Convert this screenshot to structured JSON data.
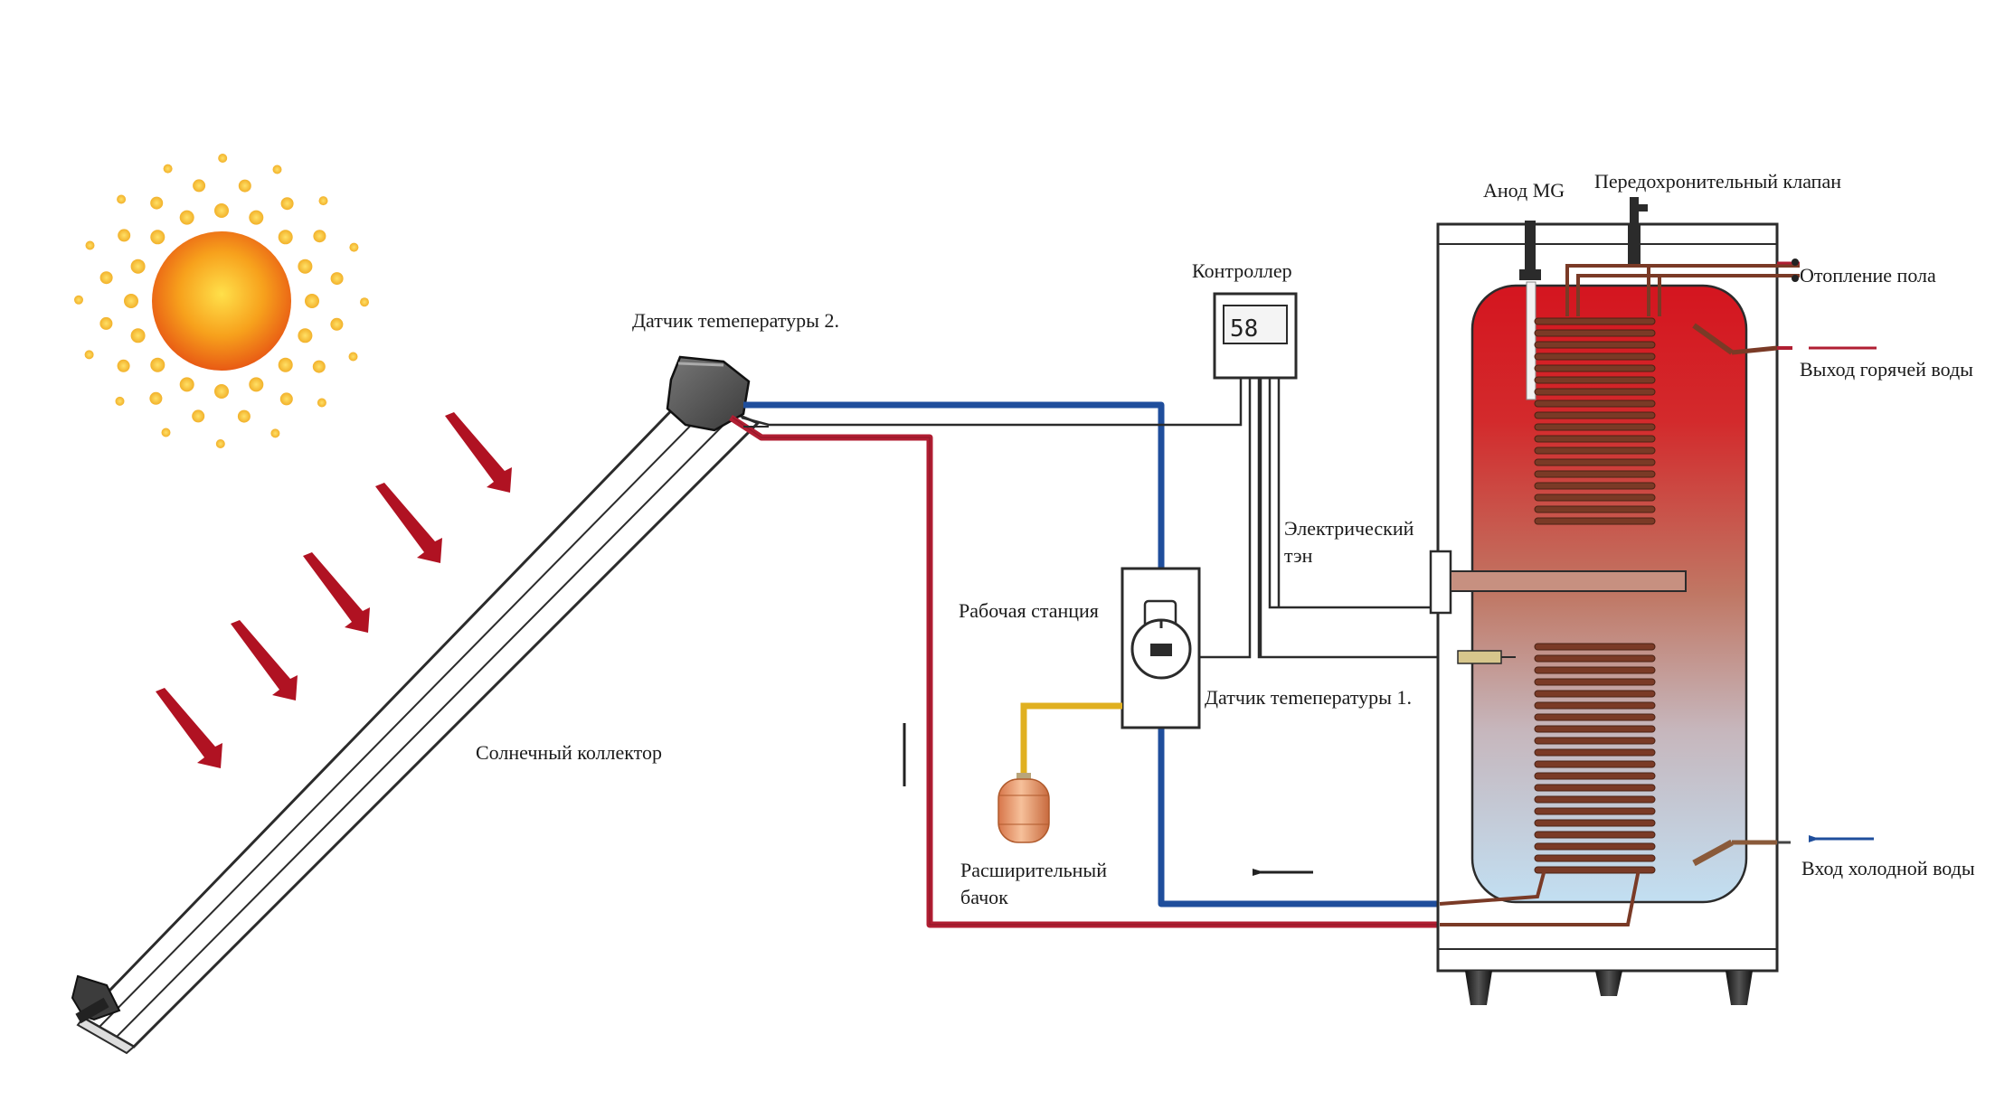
{
  "labels": {
    "sensor2": "Датчик теmепературы 2.",
    "controller": "Контроллер",
    "controller_display": "58",
    "anode": "Анод MG",
    "safety_valve": "Передохронительный клапан",
    "floor_heating": "Отопление пола",
    "hot_water_out": "Выход горячей воды",
    "electric_heater_line1": "Электрический",
    "electric_heater_line2": "тэн",
    "work_station": "Рабочая станция",
    "sensor1": "Датчик теmепературы 1.",
    "solar_collector": "Солнечный коллектор",
    "expansion_tank_line1": "Расширительный",
    "expansion_tank_line2": "бачок",
    "cold_water_in": "Вход холодной воды"
  },
  "colors": {
    "hot_pipe": "#b01e32",
    "cold_pipe": "#1f4e9c",
    "tank_top": "#d0202c",
    "tank_bottom": "#c6e0f2",
    "coil": "#7a3a26",
    "sun": "#f2a020",
    "expansion_pipe": "#e0b020",
    "ray_arrow": "#b01222"
  }
}
